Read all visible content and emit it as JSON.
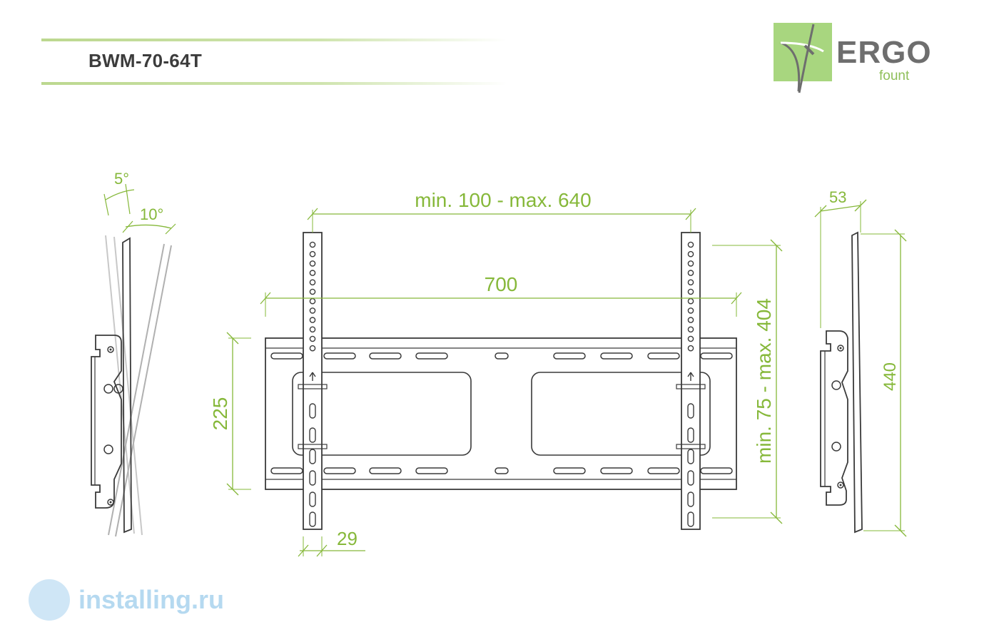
{
  "header": {
    "model": "BWM-70-64T"
  },
  "logo": {
    "word": "ERGO",
    "sub": "fount"
  },
  "dimensions": {
    "angle_small": "5°",
    "angle_large": "10°",
    "vesa_width": "min. 100 - max. 640",
    "plate_width": "700",
    "plate_height": "225",
    "vesa_height": "min. 75 - max. 404",
    "arm_width": "29",
    "depth": "53",
    "height": "440"
  },
  "watermark": {
    "text": "installing.ru"
  },
  "colors": {
    "dimension": "#86b83a",
    "outline": "#3a3a3a",
    "accent_green": "#a8d67f"
  }
}
